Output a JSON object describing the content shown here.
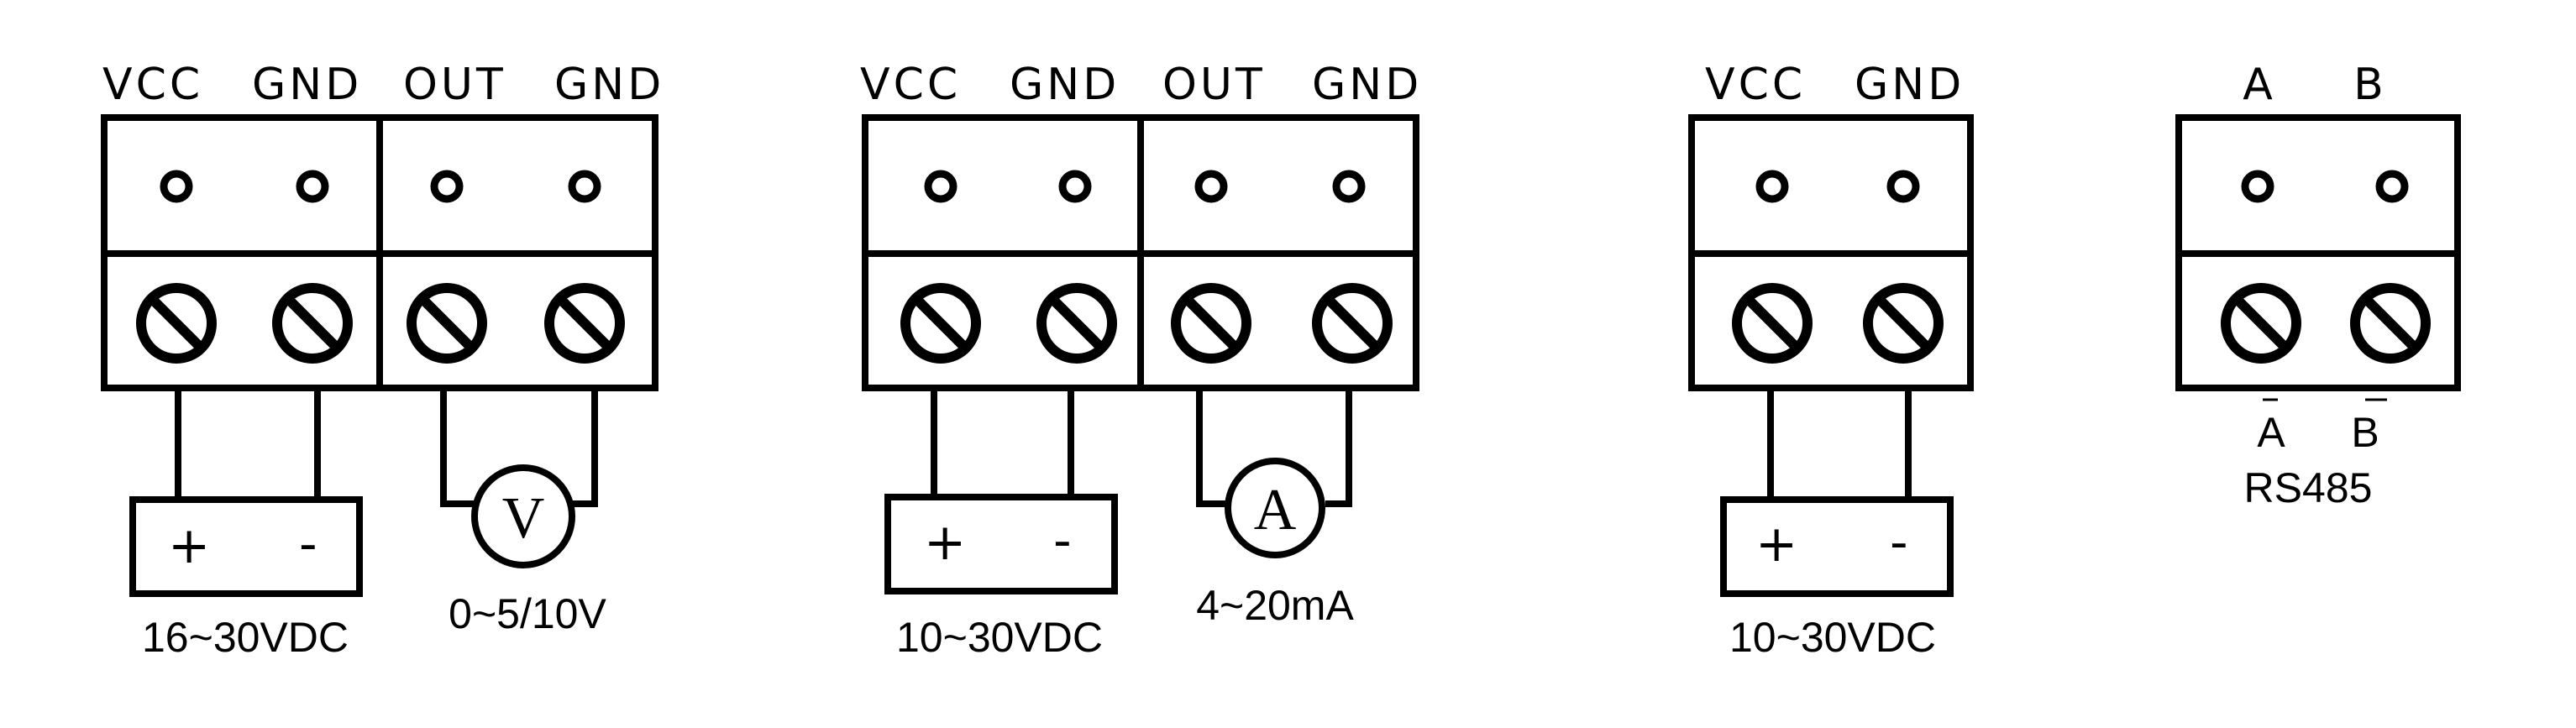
{
  "diagrams": [
    {
      "terminals": [
        "VCC",
        "GND",
        "OUT",
        "GND"
      ],
      "supply": {
        "plus": "+",
        "minus": "-",
        "label": "16~30VDC"
      },
      "meter": {
        "symbol": "V",
        "label": "0~5/10V"
      }
    },
    {
      "terminals": [
        "VCC",
        "GND",
        "OUT",
        "GND"
      ],
      "supply": {
        "plus": "+",
        "minus": "-",
        "label": "10~30VDC"
      },
      "meter": {
        "symbol": "A",
        "label": "4~20mA"
      }
    },
    {
      "terminals": [
        "VCC",
        "GND"
      ],
      "supply": {
        "plus": "+",
        "minus": "-",
        "label": "10~30VDC"
      }
    },
    {
      "terminals": [
        "A",
        "B"
      ],
      "bus": {
        "a": "A",
        "b": "B",
        "label": "RS485"
      }
    }
  ]
}
